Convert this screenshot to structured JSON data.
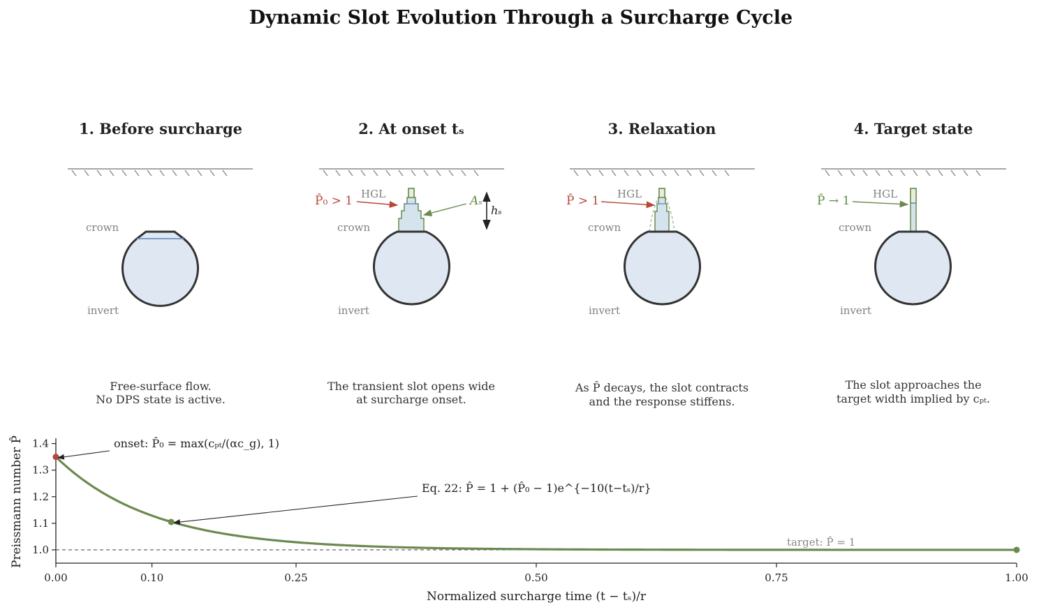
{
  "figure": {
    "title": "Dynamic Slot Evolution Through a Surcharge Cycle"
  },
  "panels": [
    {
      "title": "1. Before surcharge",
      "crown_label": "crown",
      "invert_label": "invert",
      "caption_line1": "Free-surface flow.",
      "caption_line2": "No DPS state is active."
    },
    {
      "title": "2. At onset tₛ",
      "crown_label": "crown",
      "invert_label": "invert",
      "hgl_label": "HGL",
      "p_label": "P̂₀ > 1",
      "as_label": "Aₛ",
      "hs_label": "hₛ",
      "caption_line1": "The transient slot opens wide",
      "caption_line2": "at surcharge onset."
    },
    {
      "title": "3. Relaxation",
      "crown_label": "crown",
      "invert_label": "invert",
      "hgl_label": "HGL",
      "p_label": "P̂ > 1",
      "caption_line1": "As P̂ decays, the slot contracts",
      "caption_line2": "and the response stiffens."
    },
    {
      "title": "4. Target state",
      "crown_label": "crown",
      "invert_label": "invert",
      "hgl_label": "HGL",
      "p_label": "P̂ → 1",
      "caption_line1": "The slot approaches the",
      "caption_line2": "target width implied by cₚₜ."
    }
  ],
  "colors": {
    "curve": "#6b8a4e",
    "onset_marker": "#b5483a",
    "water_fill": "#dfe8f2",
    "water_line": "#6b8fc7",
    "pipe_outline": "#333333",
    "slot_fill": "#d4e3ec",
    "slot_edge": "#6b8a4e",
    "ground": "#888888"
  },
  "chart_data": {
    "type": "line",
    "xlabel": "Normalized surcharge time (t − tₛ)/r",
    "ylabel": "Preissmann number P̂",
    "xlim": [
      0,
      1
    ],
    "ylim": [
      0.95,
      1.42
    ],
    "xticks": [
      0.0,
      0.1,
      0.25,
      0.5,
      0.75,
      1.0
    ],
    "xtick_labels": [
      "0.00",
      "0.10",
      "0.25",
      "0.50",
      "0.75",
      "1.00"
    ],
    "yticks": [
      1.0,
      1.1,
      1.2,
      1.3,
      1.4
    ],
    "ytick_labels": [
      "1.0",
      "1.1",
      "1.2",
      "1.3",
      "1.4"
    ],
    "grid": false,
    "series": [
      {
        "p0": 1.35,
        "decay_rate": 10,
        "x": [
          0.0,
          0.05,
          0.1,
          0.12,
          0.15,
          0.2,
          0.25,
          0.3,
          0.4,
          0.5,
          0.6,
          0.75,
          0.9,
          1.0
        ],
        "y": [
          1.35,
          1.212,
          1.129,
          1.105,
          1.078,
          1.047,
          1.029,
          1.017,
          1.006,
          1.002,
          1.001,
          1.0,
          1.0,
          1.0
        ]
      }
    ],
    "markers": [
      {
        "x": 0.0,
        "y": 1.35,
        "color": "#b5483a"
      },
      {
        "x": 0.12,
        "y": 1.105,
        "color": "#6b8a4e"
      },
      {
        "x": 1.0,
        "y": 1.0,
        "color": "#6b8a4e"
      }
    ],
    "reference_line": {
      "y": 1.0,
      "style": "dashed"
    },
    "annotations": {
      "onset": "onset: P̂₀ = max(cₚₜ/(αc_g), 1)",
      "equation": "Eq. 22: P̂ = 1 + (P̂₀ − 1)e^{−10(t−tₛ)/r}",
      "target": "target: P̂ = 1"
    }
  }
}
